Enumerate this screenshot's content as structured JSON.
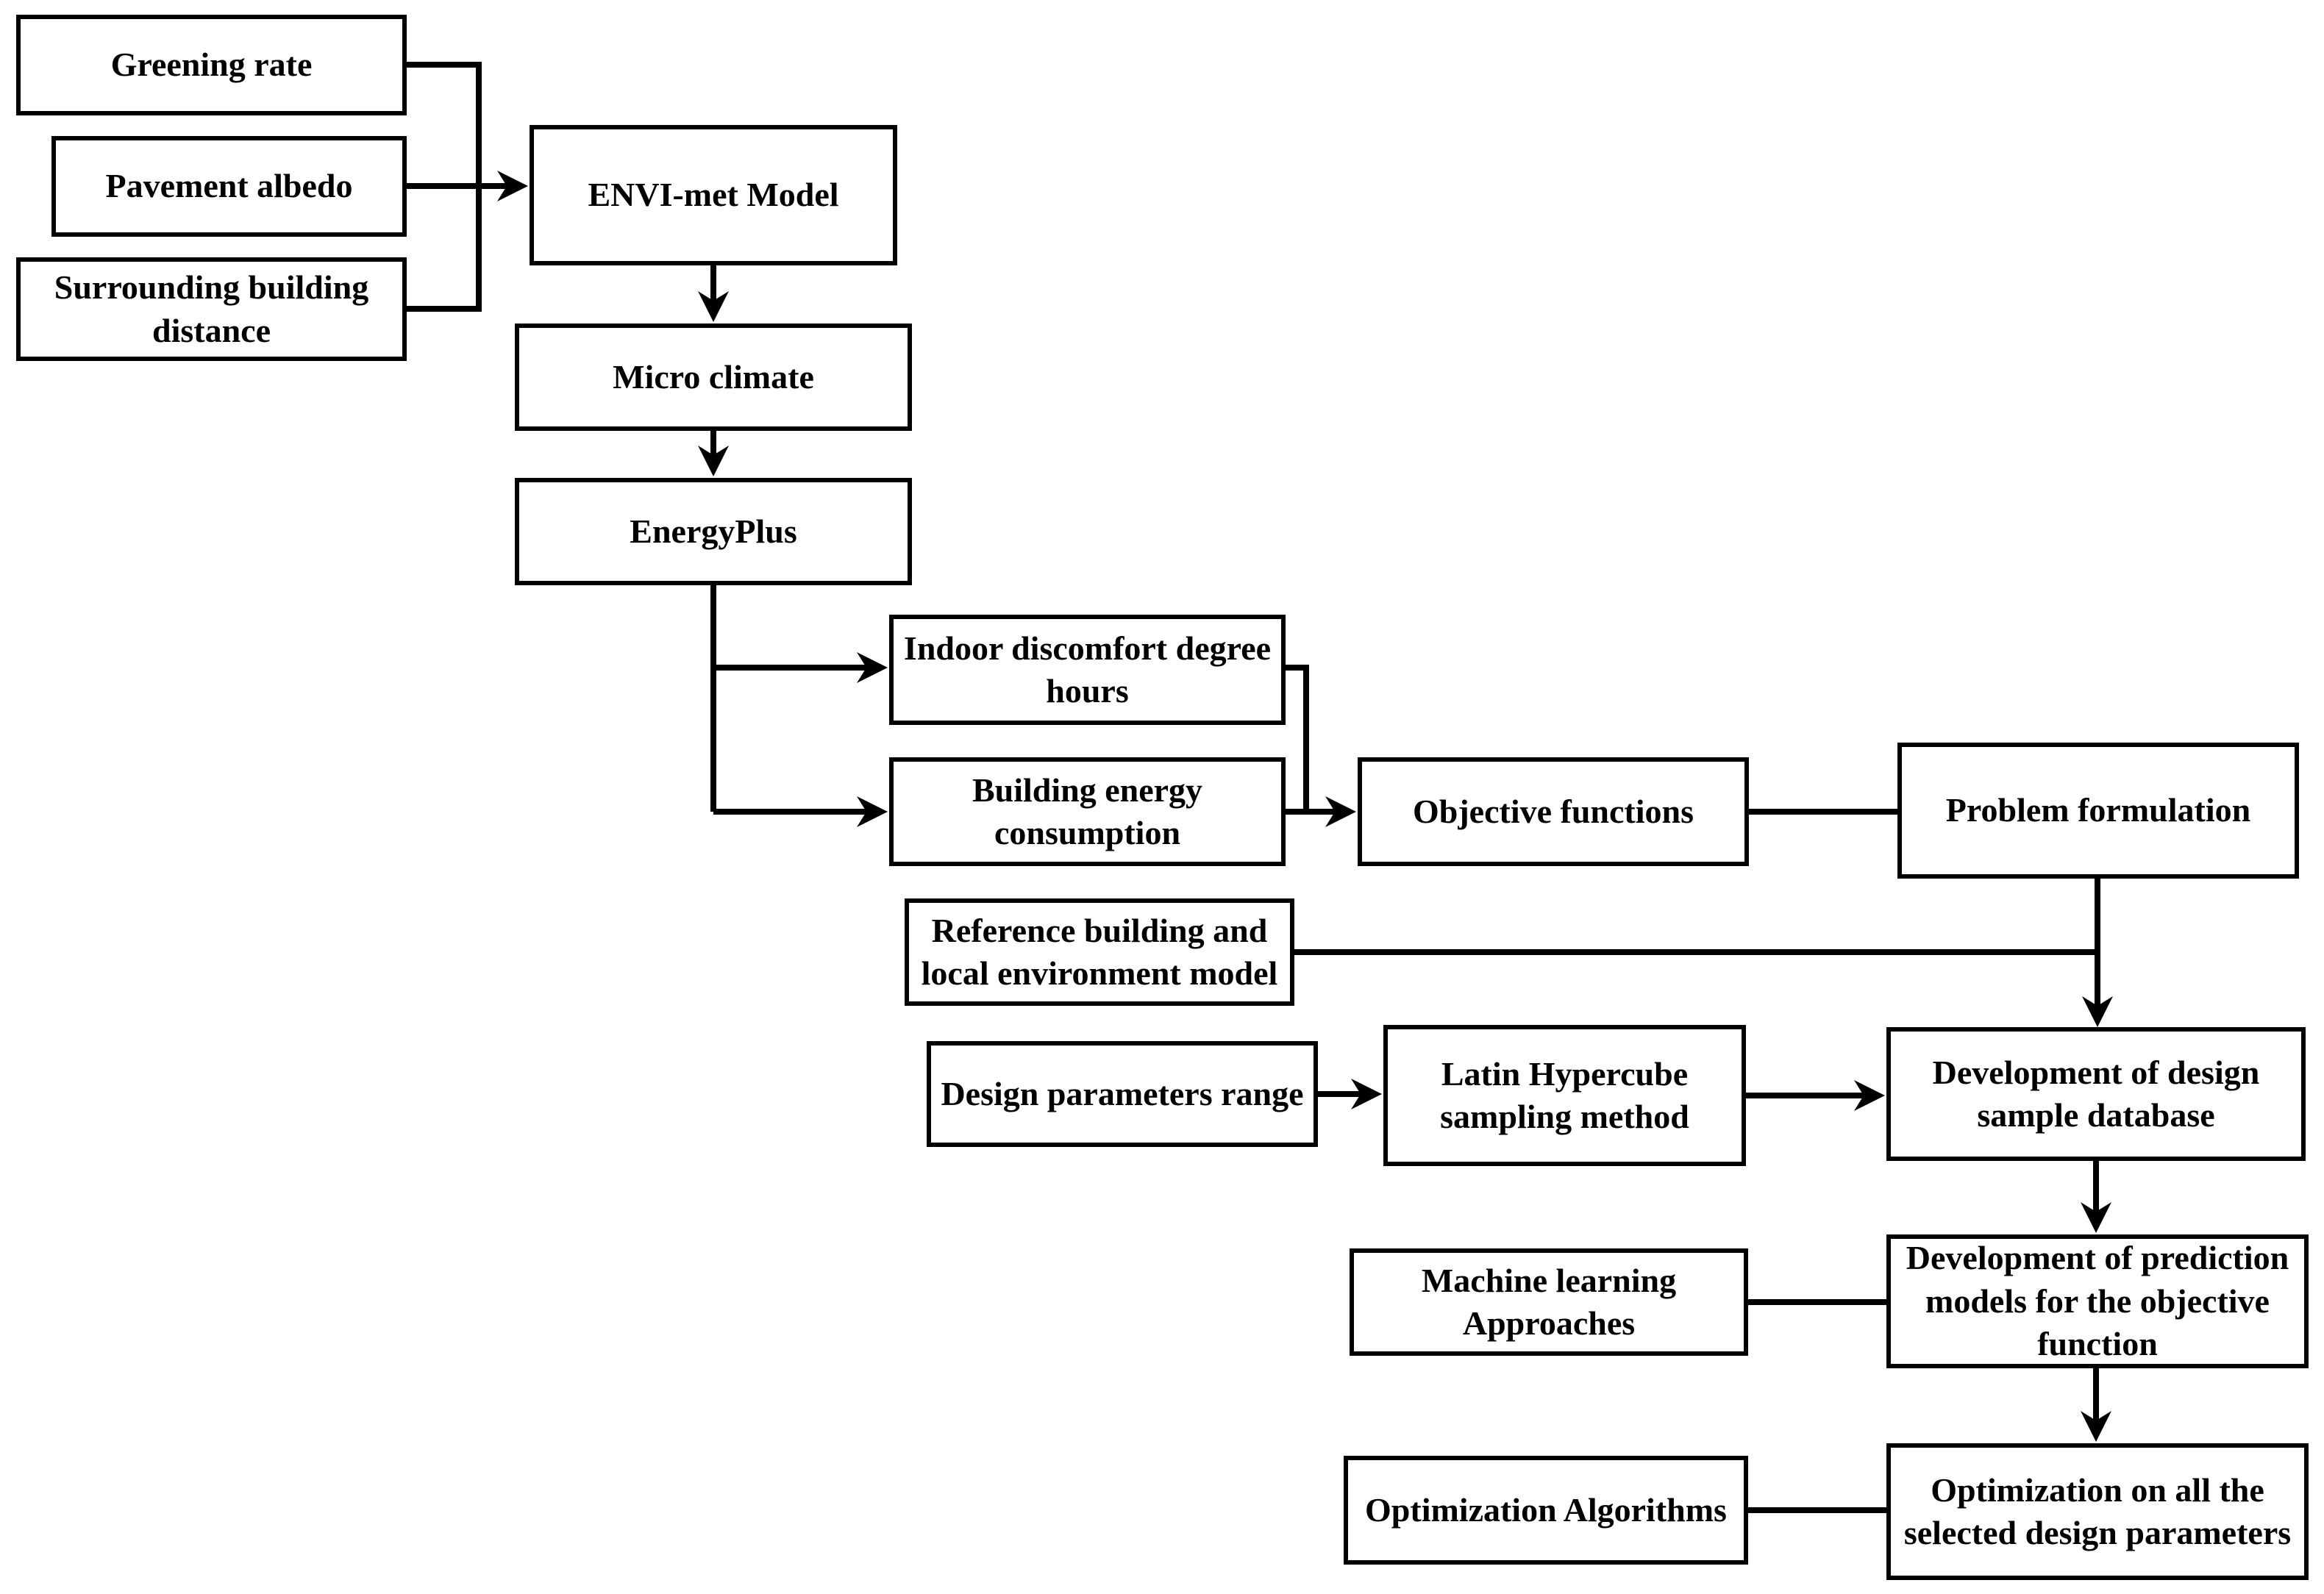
{
  "figure": {
    "background": "#ffffff",
    "stroke_color": "#000000",
    "nodes": {
      "greening_rate": {
        "label": "Greening rate"
      },
      "pavement_albedo": {
        "label": "Pavement albedo"
      },
      "surrounding_building_distance": {
        "label": "Surrounding building\ndistance"
      },
      "envi_met_model": {
        "label": "ENVI-met Model"
      },
      "micro_climate": {
        "label": "Micro climate"
      },
      "energyplus": {
        "label": "EnergyPlus"
      },
      "indoor_discomfort": {
        "label": "Indoor discomfort degree\nhours"
      },
      "building_energy": {
        "label": "Building energy\nconsumption"
      },
      "objective_functions": {
        "label": "Objective functions"
      },
      "problem_formulation": {
        "label": "Problem formulation"
      },
      "reference_building": {
        "label": "Reference building and\nlocal environment model"
      },
      "design_parameters_range": {
        "label": "Design parameters range"
      },
      "latin_hypercube": {
        "label": "Latin Hypercube\nsampling method"
      },
      "design_sample_database": {
        "label": "Development of design\nsample database"
      },
      "machine_learning": {
        "label": "Machine learning\nApproaches"
      },
      "prediction_models": {
        "label": "Development of prediction\nmodels for the objective\nfunction"
      },
      "optimization_algorithms": {
        "label": "Optimization Algorithms"
      },
      "optimization_selected": {
        "label": "Optimization on all the\nselected design parameters"
      }
    }
  }
}
